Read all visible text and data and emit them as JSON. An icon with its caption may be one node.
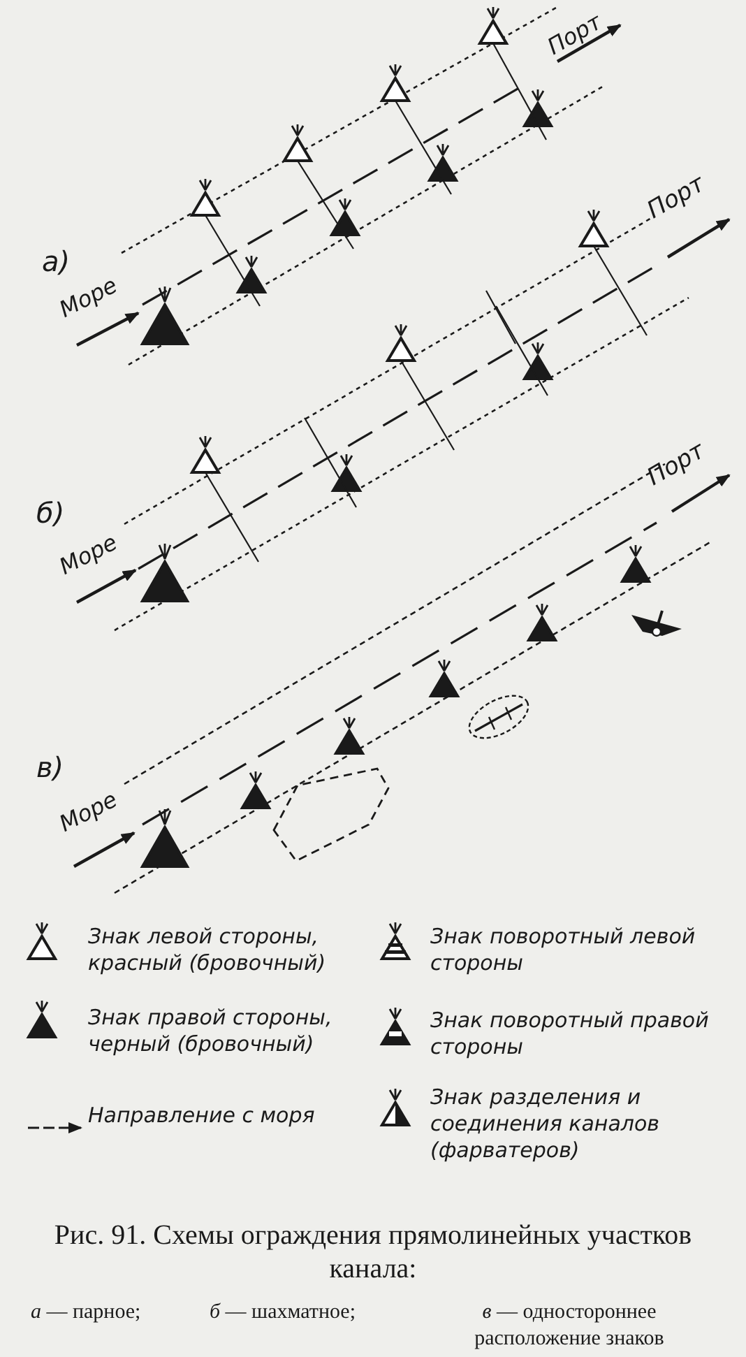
{
  "diagram": {
    "caption": "Рис. 91. Схемы ограждения прямолинейных участков канала:",
    "labels": [
      "Порт",
      "а)",
      "Море",
      "Порт",
      "б)",
      "Море",
      "Порт",
      "в)",
      "Море",
      "*а* — парное;",
      "*б* — шахматное;",
      "*в* — одностороннее расположение знаков"
    ],
    "legend": [
      {
        "text": "Знак левой стороны, красный (бровочный)"
      },
      {
        "text": "Знак поворотный левой стороны"
      },
      {
        "text": "Знак правой стороны, черный (бровочный)"
      },
      {
        "text": "Знак поворотный правой стороны"
      },
      {
        "text": "Направление с моря"
      },
      {
        "text": "Знак разделения и соединения каналов (фарватеров)"
      }
    ]
  }
}
